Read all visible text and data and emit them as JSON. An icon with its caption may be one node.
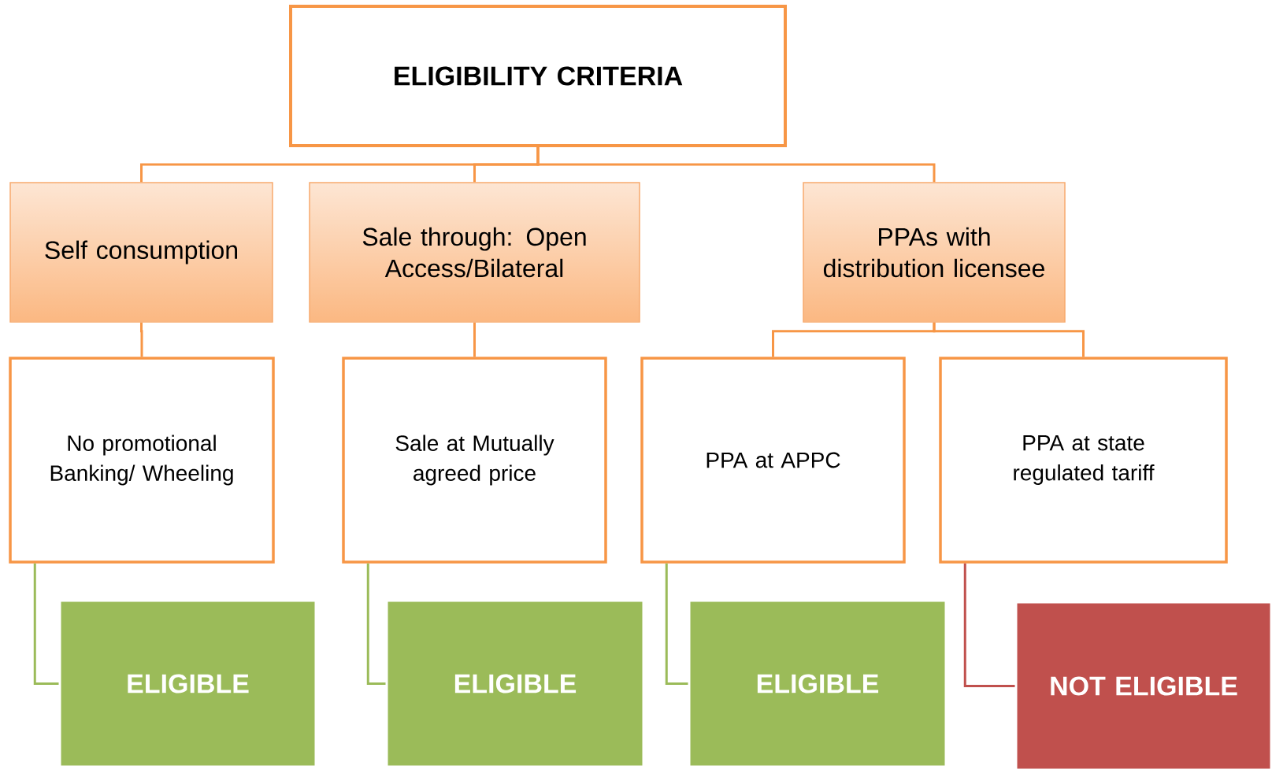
{
  "diagram": {
    "nodes": [
      {
        "text": [
          "ELIGIBILITY CRITERIA"
        ]
      },
      {
        "text": [
          "Self consumption"
        ]
      },
      {
        "text": [
          "Sale through: Open Access/Bilateral"
        ]
      },
      {
        "text": [
          "PPAs with distribution licensee"
        ]
      },
      {
        "text": [
          "No promotional Banking/ Wheeling"
        ]
      },
      {
        "text": [
          "Sale at Mutually agreed price"
        ]
      },
      {
        "text": [
          "PPA at APPC"
        ]
      },
      {
        "text": [
          "PPA at state regulated tariff"
        ]
      },
      {
        "text": [
          "ELIGIBLE"
        ]
      },
      {
        "text": [
          "ELIGIBLE"
        ]
      },
      {
        "text": [
          "ELIGIBLE"
        ]
      },
      {
        "text": [
          "NOT ELIGIBLE"
        ]
      }
    ],
    "edges": [
      {
        "from": 0,
        "to": 1,
        "arrow": "none"
      },
      {
        "from": 0,
        "to": 2,
        "arrow": "none"
      },
      {
        "from": 0,
        "to": 3,
        "arrow": "none"
      },
      {
        "from": 1,
        "to": 4,
        "arrow": "none"
      },
      {
        "from": 2,
        "to": 5,
        "arrow": "none"
      },
      {
        "from": 3,
        "to": 6,
        "arrow": "none"
      },
      {
        "from": 3,
        "to": 7,
        "arrow": "none"
      },
      {
        "from": 4,
        "to": 8,
        "arrow": "none",
        "color": "#9bbb59"
      },
      {
        "from": 5,
        "to": 9,
        "arrow": "none",
        "color": "#9bbb59"
      },
      {
        "from": 6,
        "to": 10,
        "arrow": "none",
        "color": "#9bbb59"
      },
      {
        "from": 7,
        "to": 11,
        "arrow": "none",
        "color": "#c0504d"
      }
    ]
  }
}
